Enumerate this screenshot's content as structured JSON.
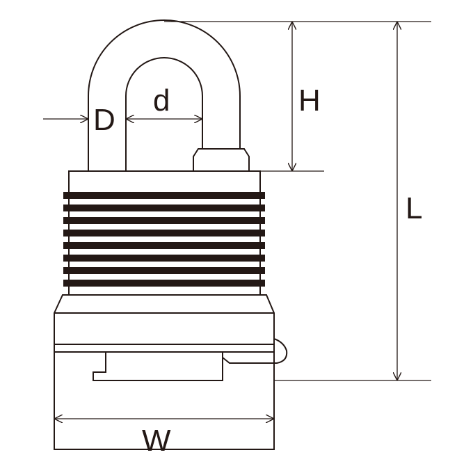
{
  "colors": {
    "stroke": "#231815",
    "fill": "#ffffff"
  },
  "labels": {
    "D": "D",
    "d": "d",
    "H": "H",
    "L": "L",
    "W": "W"
  }
}
